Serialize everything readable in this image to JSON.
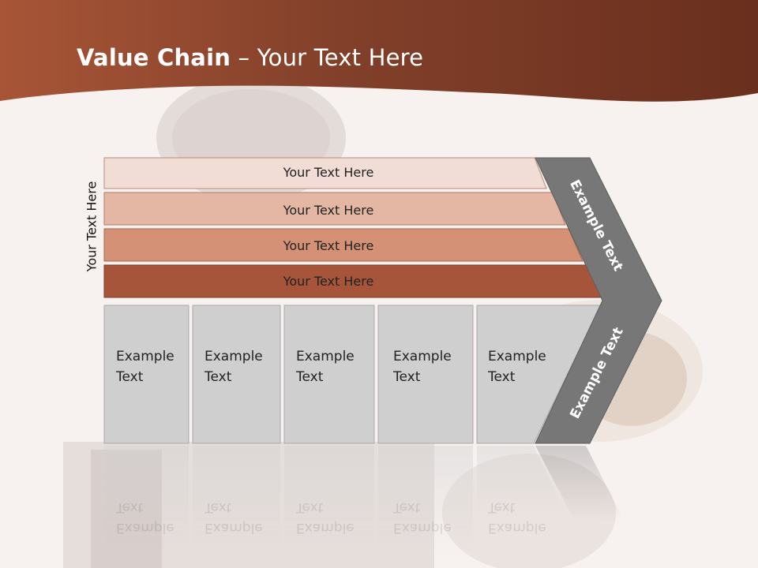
{
  "slide": {
    "title_bold": "Value Chain",
    "title_rest": " – Your Text Here",
    "side_label": "Your Text Here"
  },
  "bars": [
    {
      "label": "Your Text Here",
      "color": "#f1ddd5"
    },
    {
      "label": "Your Text Here",
      "color": "#e3b7a4"
    },
    {
      "label": "Your Text Here",
      "color": "#d49176"
    },
    {
      "label": "Your Text Here",
      "color": "#a7553a"
    }
  ],
  "boxes": [
    {
      "label": "Example\nText"
    },
    {
      "label": "Example\nText"
    },
    {
      "label": "Example\nText"
    },
    {
      "label": "Example\nText"
    },
    {
      "label": "Example\nText"
    }
  ],
  "chevron": {
    "upper_label": "Example Text",
    "lower_label": "Example Text",
    "color": "#777777"
  },
  "colors": {
    "banner_dark": "#6b3120",
    "banner_light": "#a45437",
    "box_fill": "#cfcfcf",
    "box_border": "#a9a9a9"
  }
}
